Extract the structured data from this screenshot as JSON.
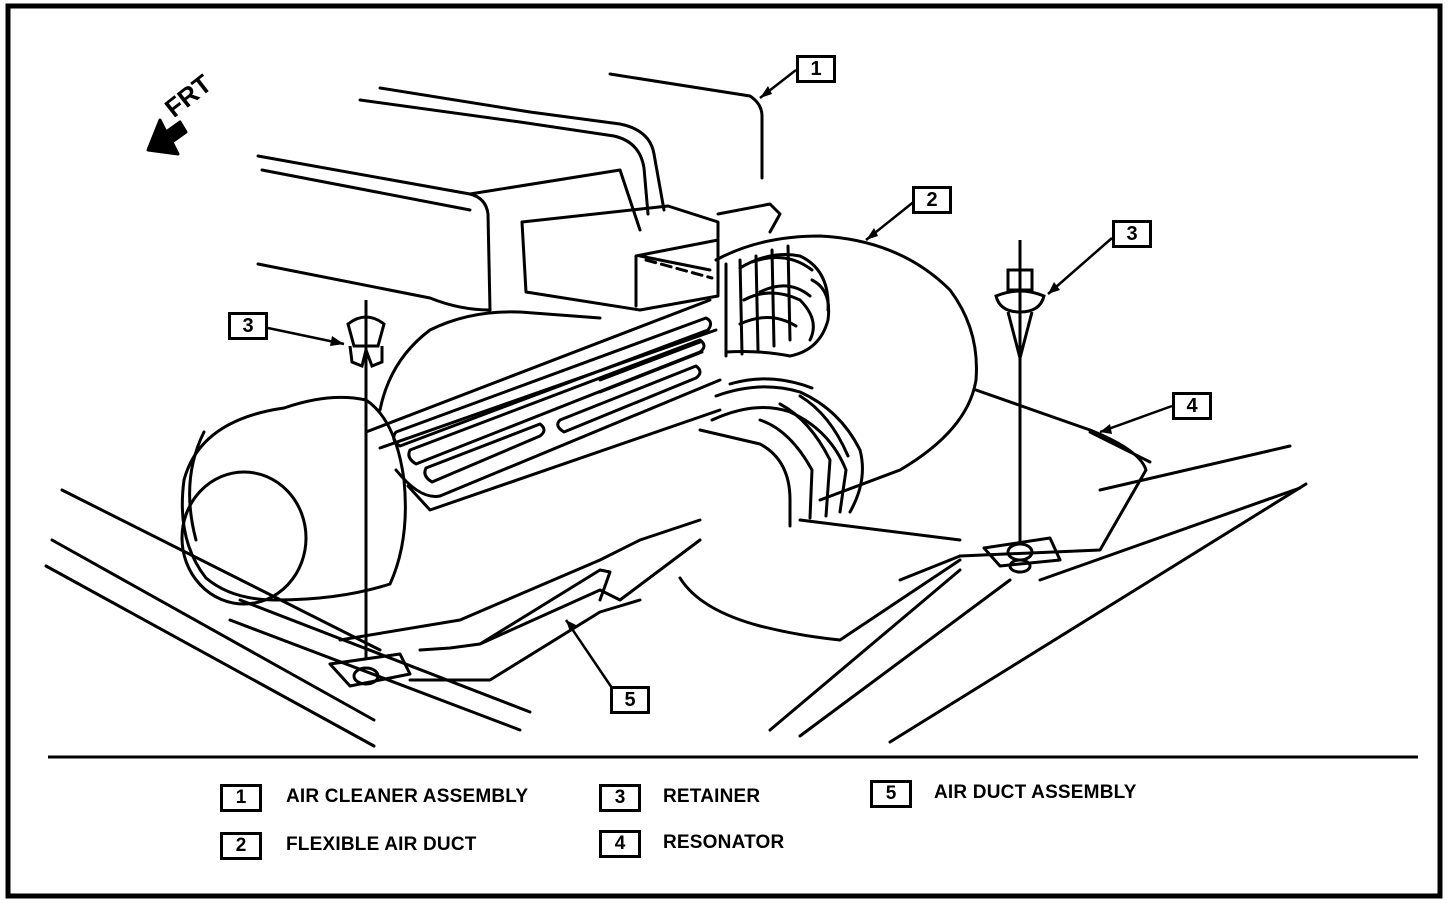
{
  "direction_label": "FRT",
  "callouts": {
    "c1": "1",
    "c2": "2",
    "c3_right": "3",
    "c3_left": "3",
    "c4": "4",
    "c5": "5"
  },
  "legend": [
    {
      "num": "1",
      "label": "AIR CLEANER ASSEMBLY"
    },
    {
      "num": "2",
      "label": "FLEXIBLE AIR DUCT"
    },
    {
      "num": "3",
      "label": "RETAINER"
    },
    {
      "num": "4",
      "label": "RESONATOR"
    },
    {
      "num": "5",
      "label": "AIR DUCT ASSEMBLY"
    }
  ]
}
